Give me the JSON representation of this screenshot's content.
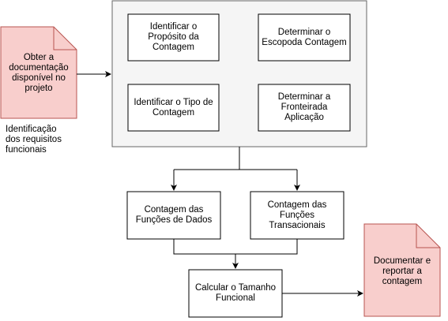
{
  "source_doc": {
    "label": "Obter a\ndocumentação\ndisponível no\nprojeto",
    "fill": "#f8cecc",
    "stroke": "#b85450"
  },
  "note": "Identificação\ndos requisitos\nfuncionais",
  "group": {
    "fill": "#f5f5f5",
    "stroke": "#666666",
    "steps": [
      {
        "id": "proposito",
        "label": "Identificar o\nPropósito da\nContagem"
      },
      {
        "id": "escopo",
        "label": "Determinar o\nEscopoda Contagem"
      },
      {
        "id": "tipo",
        "label": "Identificar o Tipo de\nContagem"
      },
      {
        "id": "fronteira",
        "label": "Determinar a\nFronteirada\nAplicação"
      }
    ]
  },
  "funcoes_dados": "Contagem das\nFunções de Dados",
  "funcoes_transacionais": "Contagem das\nFunções\nTransacionais",
  "calcular": "Calcular o Tamanho\nFuncional",
  "result_doc": {
    "label": "Documentar e\nreportar a\ncontagem",
    "fill": "#f8cecc",
    "stroke": "#b85450"
  }
}
